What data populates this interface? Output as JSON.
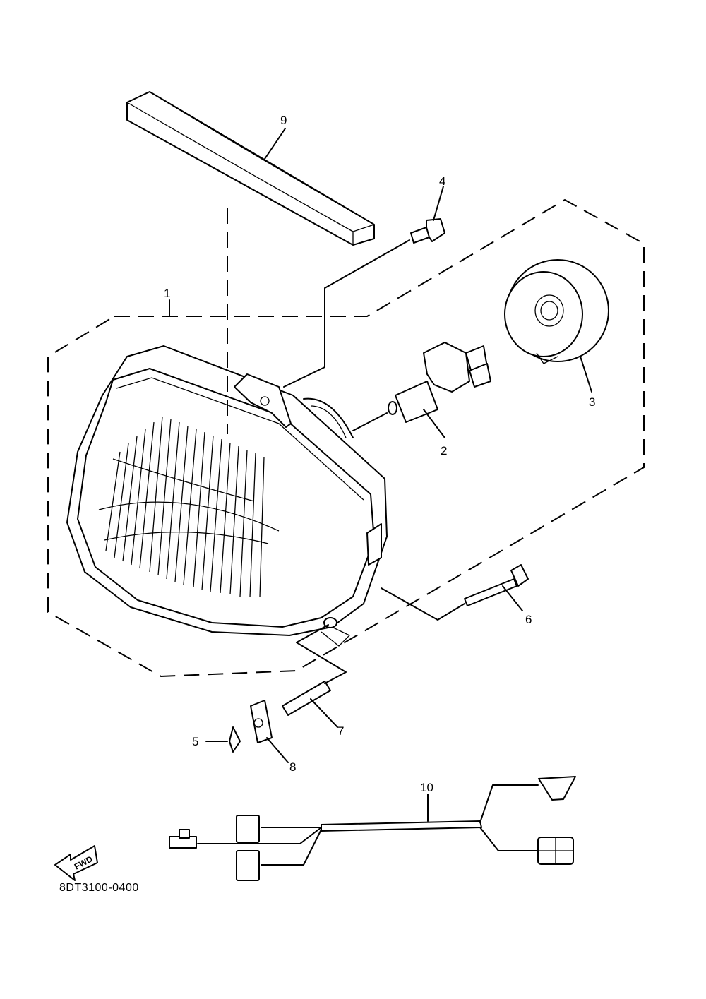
{
  "callouts": {
    "p1": "1",
    "p2": "2",
    "p3": "3",
    "p4": "4",
    "p5": "5",
    "p6": "6",
    "p7": "7",
    "p8": "8",
    "p9": "9",
    "p10": "10"
  },
  "direction_label": "FWD",
  "drawing_code": "8DT3100-0400"
}
